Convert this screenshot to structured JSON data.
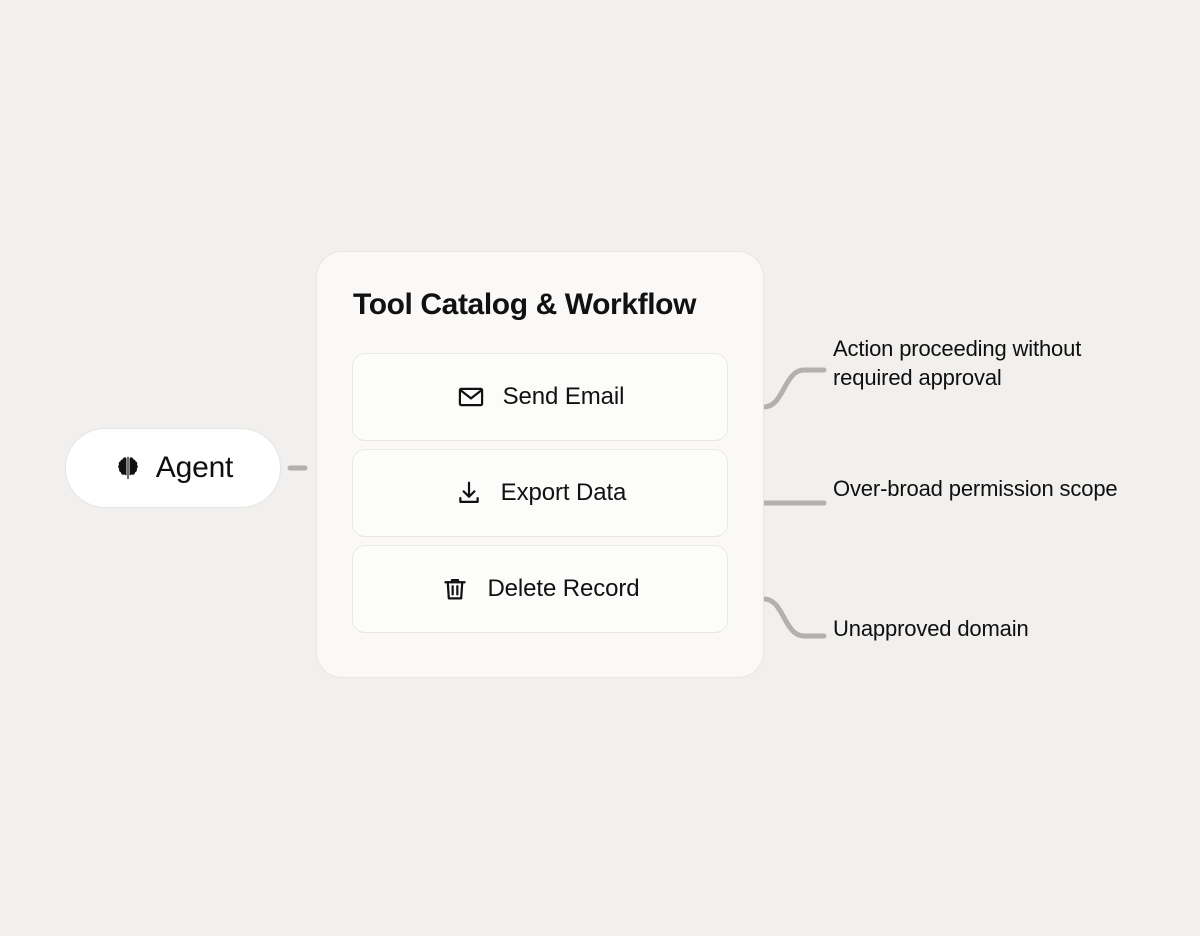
{
  "diagram": {
    "agent": {
      "label": "Agent",
      "icon": "brain-icon"
    },
    "card": {
      "title": "Tool Catalog & Workflow",
      "tools": [
        {
          "label": "Send Email",
          "icon": "envelope-icon"
        },
        {
          "label": "Export Data",
          "icon": "download-icon"
        },
        {
          "label": "Delete Record",
          "icon": "trash-icon"
        }
      ]
    },
    "annotations": [
      {
        "text": "Action proceeding without required approval"
      },
      {
        "text": "Over-broad permission scope"
      },
      {
        "text": "Unapproved domain"
      }
    ],
    "colors": {
      "background": "#f1f0ee",
      "card_fill": "#faf9f8",
      "card_border": "#e8e6e3",
      "row_fill": "#fcfcfb",
      "row_border": "#eae8e5",
      "pill_fill": "#ffffff",
      "pill_border": "#e6e4e1",
      "connector": "#b3b1af",
      "text": "#111111"
    }
  }
}
